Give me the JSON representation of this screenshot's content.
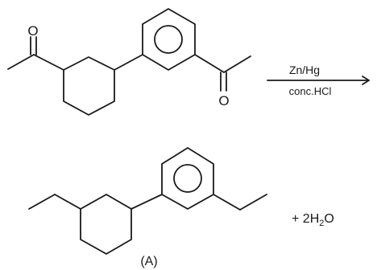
{
  "reactant": {
    "oxygen_left": "O",
    "oxygen_right": "O"
  },
  "reagents": {
    "above_arrow": "Zn/Hg",
    "below_arrow": "conc.HCl"
  },
  "product": {
    "label": "(A)",
    "byproduct_coefficient_prefix": "+ 2H",
    "byproduct_subscript": "2",
    "byproduct_suffix": "O"
  }
}
